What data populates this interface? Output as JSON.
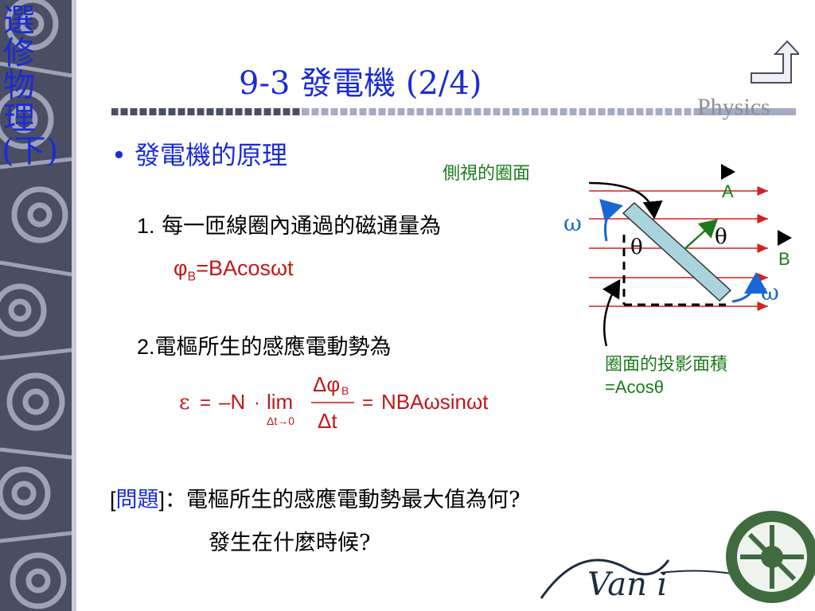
{
  "sidebar": {
    "course_title": "選修物理(下)"
  },
  "header": {
    "title": "9-3 發電機 (2/4)",
    "brand": "Physics",
    "nav_icon": "return-arrow-icon"
  },
  "content": {
    "section_heading": "發電機的原理",
    "item1_number": "1.",
    "item1_text": "每一匝線圈內通過的磁通量為",
    "flux_phi": "φ",
    "flux_sub": "B",
    "flux_rhs": "=BAcosωt",
    "item2_number": "2.",
    "item2_text": "電樞所生的感應電動勢為",
    "emf": {
      "epsilon": "ε",
      "eq1": "=",
      "minus_n": "–N",
      "dot": "·",
      "lim": "lim",
      "lim_sub": "Δt→0",
      "numerator": "Δφ",
      "numerator_sub": "B",
      "denominator": "Δt",
      "eq2": "=",
      "result": "NBAωsinωt"
    },
    "question_open": "[",
    "question_tag": "問題",
    "question_close": "]",
    "question_line1": "：電樞所生的感應電動勢最大值為何?",
    "question_line2": "發生在什麼時候?"
  },
  "diagram": {
    "label_side_view": "側視的圈面",
    "label_a": "A",
    "label_b": "B",
    "label_omega_top": "ω",
    "label_omega_bottom": "ω",
    "label_theta_left": "θ",
    "label_theta_right": "θ",
    "label_projection_line1": "圈面的投影面積",
    "label_projection_line2": "=Acosθ"
  },
  "colors": {
    "title_blue": "#1a2bd6",
    "formula_red": "#c01818",
    "label_green": "#1c7a1c",
    "field_line_red": "#d42020",
    "coil_fill": "#a9d4dd",
    "sidebar": "#4a4e62"
  }
}
